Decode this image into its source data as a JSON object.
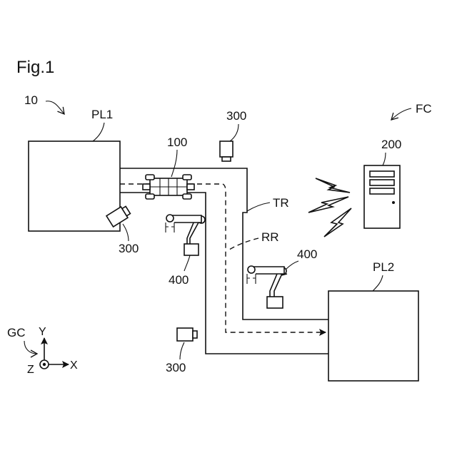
{
  "figure": {
    "title": "Fig.1",
    "system_ref": "10",
    "factory_ref": "FC",
    "coordinate_ref": "GC"
  },
  "components": {
    "plant1": "PL1",
    "plant2": "PL2",
    "vehicle": "100",
    "server": "200",
    "camera": "300",
    "robot": "400",
    "track": "TR",
    "route": "RR"
  },
  "axes": {
    "x": "X",
    "y": "Y",
    "z": "Z"
  }
}
